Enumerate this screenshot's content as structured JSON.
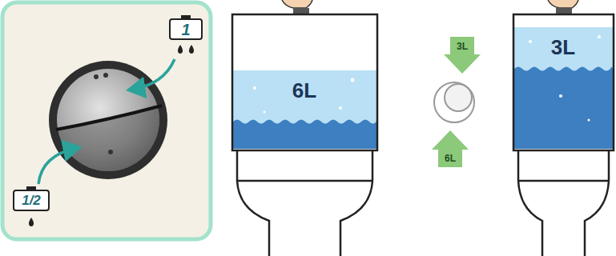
{
  "diagram": {
    "nodes": [
      {
        "text": [
          "1"
        ]
      },
      {
        "text": [
          "1/2"
        ]
      },
      {
        "text": [
          "6L"
        ]
      },
      {
        "text": [
          "3L"
        ]
      },
      {
        "text": [
          "6L"
        ]
      },
      {
        "text": [
          "3L"
        ]
      }
    ]
  }
}
